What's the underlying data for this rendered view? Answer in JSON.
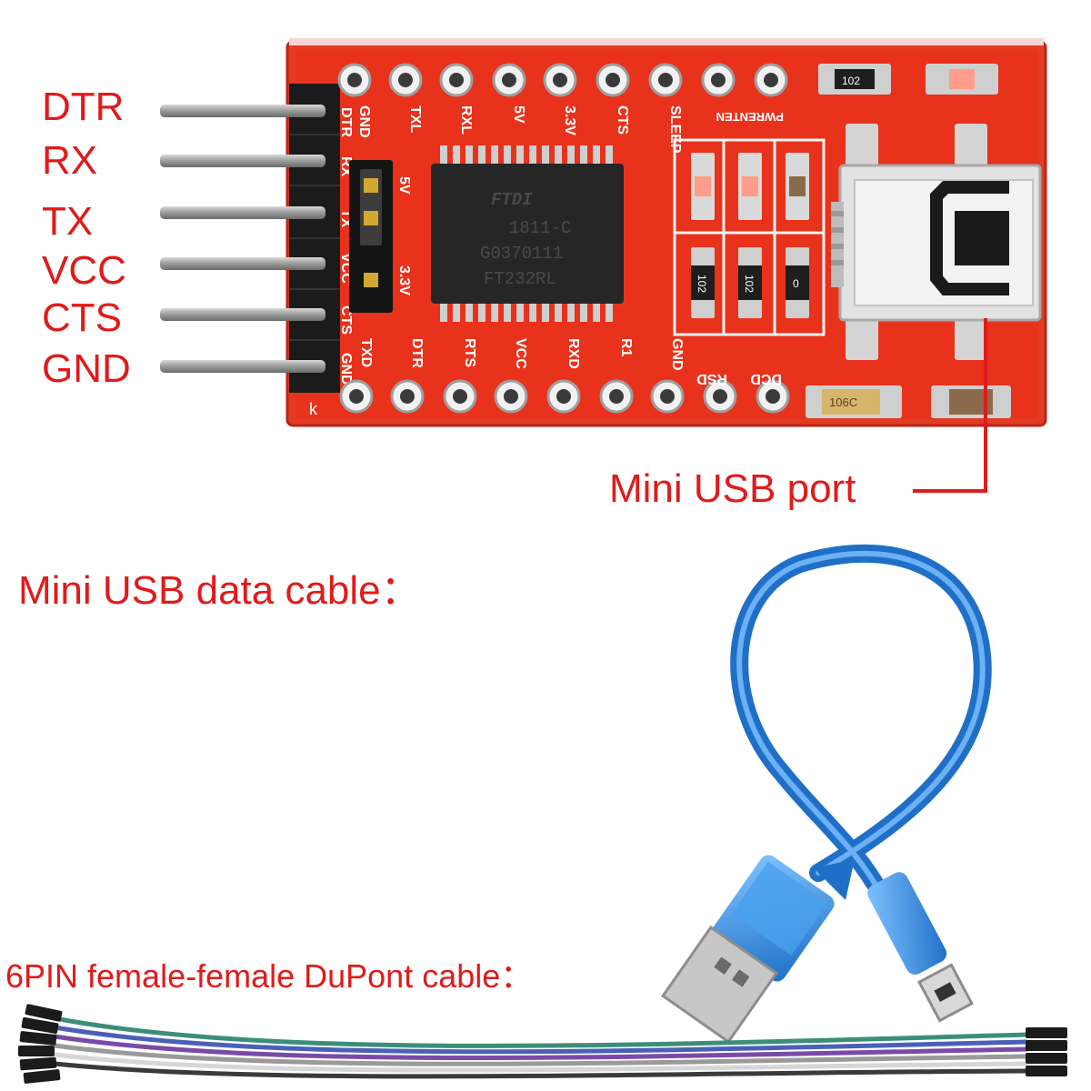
{
  "pin_labels": [
    "DTR",
    "RX",
    "TX",
    "VCC",
    "CTS",
    "GND"
  ],
  "callouts": {
    "mini_usb_port": "Mini USB port",
    "mini_usb_cable": "Mini USB data cable：",
    "dupont_cable": "6PIN female-female DuPont cable："
  },
  "board": {
    "color": "#e8321c",
    "chip_lines": [
      "FTDI",
      "1811-C",
      "G0370111",
      "FT232RL"
    ],
    "top_pins": [
      "GND",
      "TXL",
      "RXL",
      "5V",
      "3.3V",
      "CTS",
      "SLEEP",
      "PWRENTEN"
    ],
    "bottom_pins": [
      "TXD",
      "DTR",
      "RTS",
      "VCC",
      "RXD",
      "R1",
      "GND",
      "RSD",
      "DCD"
    ],
    "header_pins": [
      "GND",
      "CTS",
      "VCC",
      "TX",
      "RX",
      "DTR"
    ],
    "jumper_labels": [
      "5V",
      "3.3V"
    ],
    "resistor_codes": [
      "102",
      "102",
      "102",
      "0"
    ],
    "capacitor_code": "106C",
    "corner_mark": "k"
  },
  "colors": {
    "label_red": "#e01b1b",
    "cable_blue": "#2a7fd6"
  }
}
